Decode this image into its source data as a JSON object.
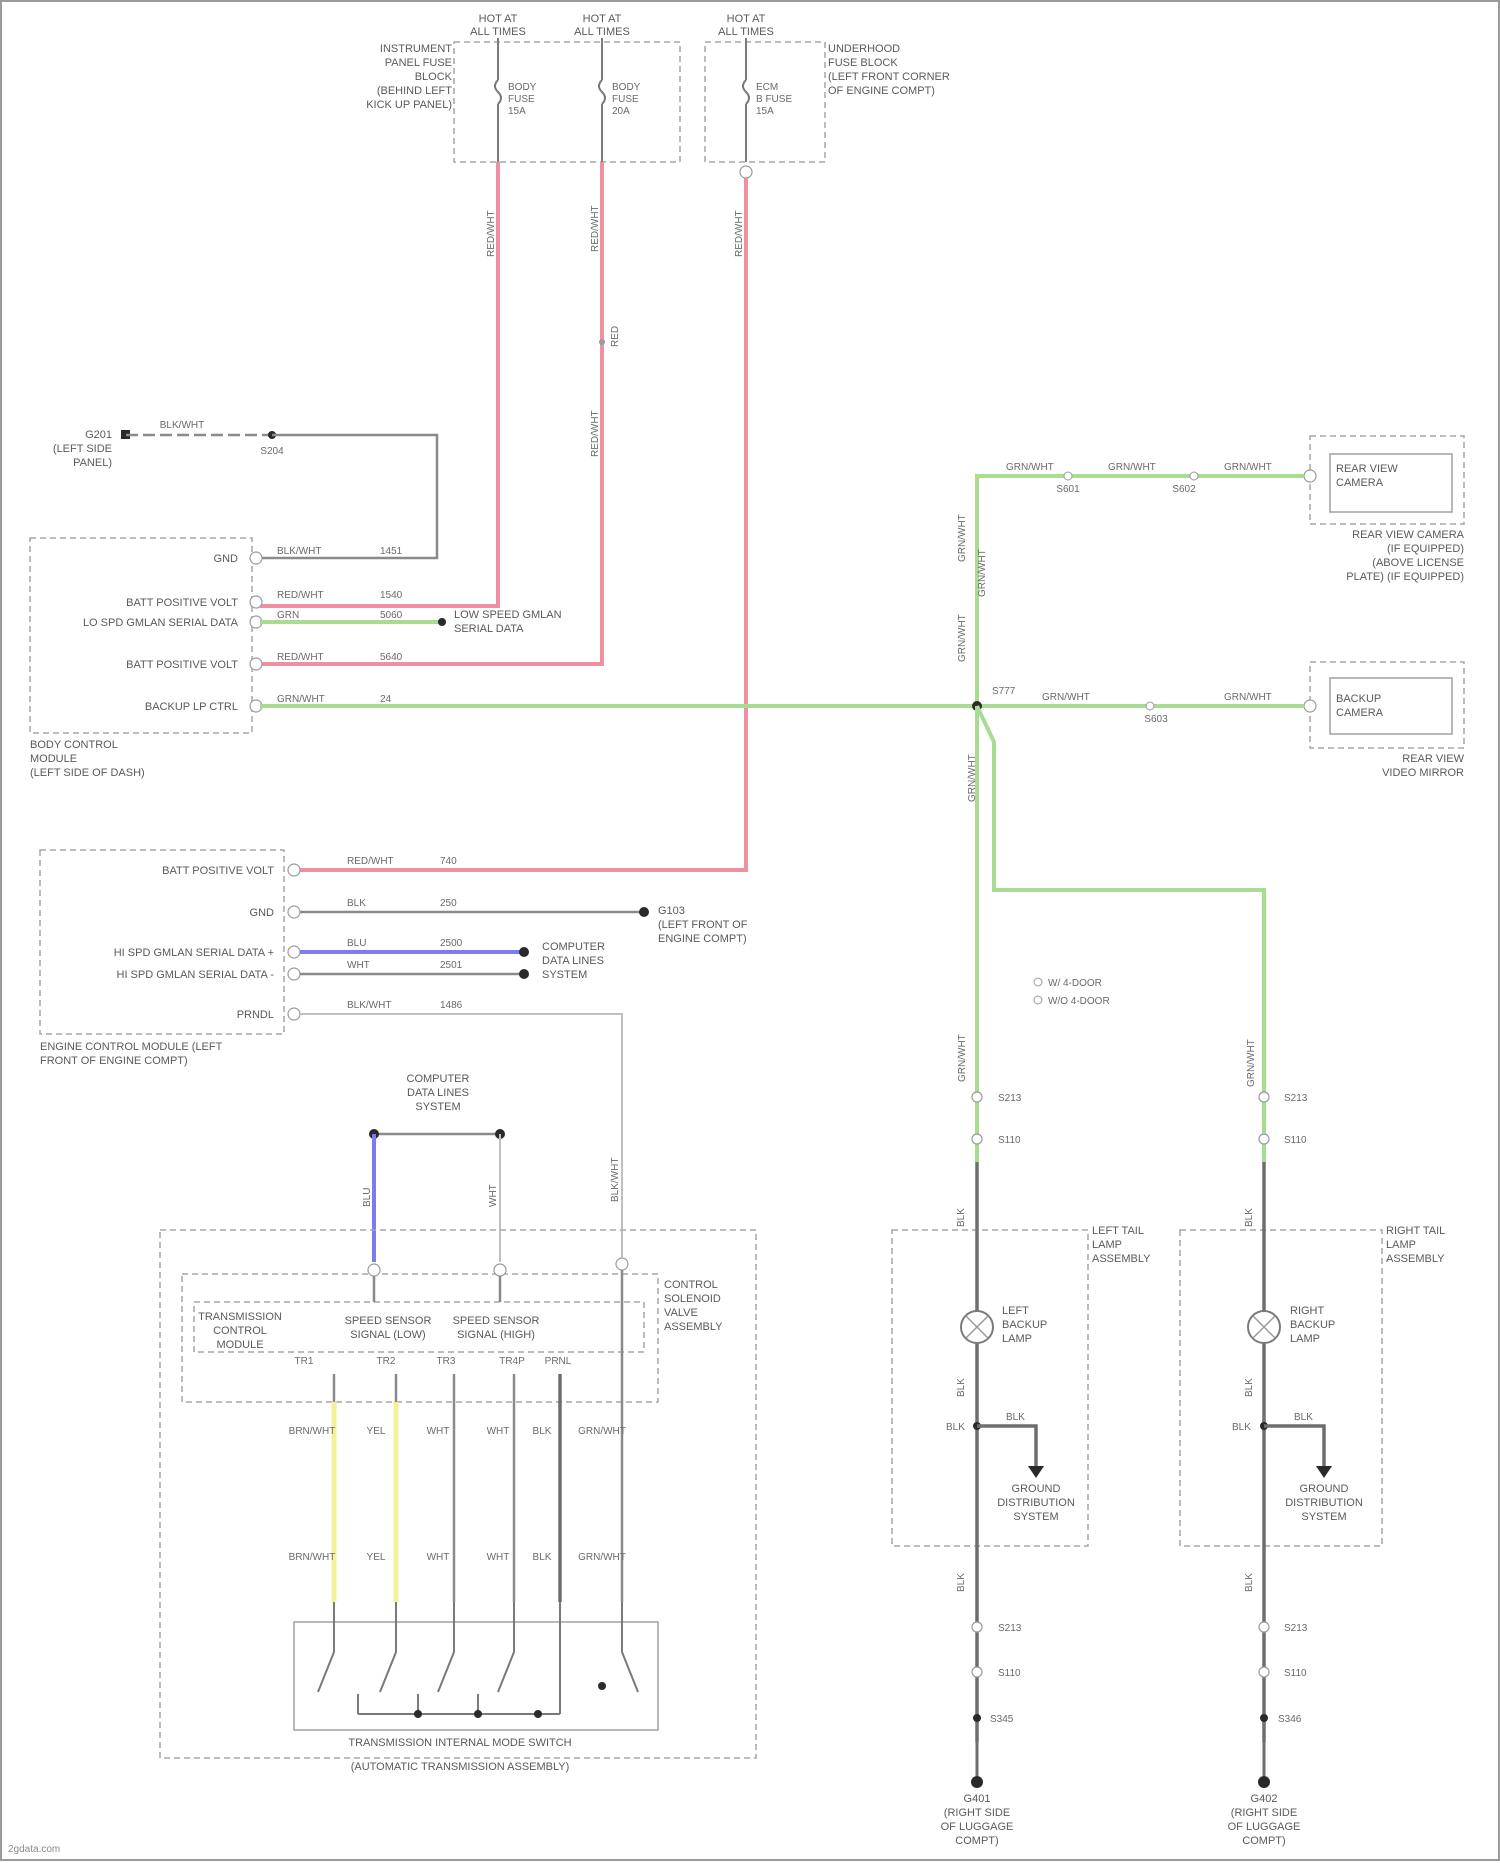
{
  "footer_text": "2gdata.com",
  "components": {
    "fuse_block_left": [
      "INSTRUMENT",
      "PANEL FUSE",
      "BLOCK",
      "(BEHIND LEFT",
      "KICK UP PANEL)"
    ],
    "fuse_block_right": [
      "UNDERHOOD",
      "FUSE BLOCK",
      "(LEFT FRONT CORNER",
      "OF ENGINE COMPT)"
    ],
    "fuse_hot_1": [
      "HOT AT",
      "ALL TIMES"
    ],
    "fuse_hot_2": [
      "HOT AT",
      "ALL TIMES"
    ],
    "fuse_hot_3": [
      "HOT AT",
      "ALL TIMES"
    ],
    "fuse_1": [
      "BODY",
      "FUSE",
      "15A"
    ],
    "fuse_2": [
      "BODY",
      "FUSE",
      "20A"
    ],
    "fuse_3": [
      "ECM",
      "B FUSE",
      "15A"
    ],
    "ground_left": [
      "G201",
      "(LEFT SIDE",
      "PANEL)"
    ],
    "splice_top": "S204",
    "bcm": [
      "BODY CONTROL",
      "MODULE",
      "(LEFT SIDE OF DASH)"
    ],
    "bcm_pins": [
      "GND",
      "BATT POSITIVE VOLT",
      "LO SPD GMLAN SERIAL DATA",
      "BATT POSITIVE VOLT",
      "BACKUP LP CTRL"
    ],
    "serial_data_note": [
      "LOW SPEED GMLAN",
      "SERIAL DATA"
    ],
    "ecm": [
      "ENGINE CONTROL MODULE (LEFT",
      "FRONT OF ENGINE COMPT)"
    ],
    "ecm_pins": [
      "BATT POSITIVE VOLT",
      "GND",
      "HI SPD GMLAN SERIAL DATA +",
      "HI SPD GMLAN SERIAL DATA -",
      "PRNDL"
    ],
    "ecm_ground": [
      "G103",
      "(LEFT FRONT OF",
      "ENGINE COMPT)"
    ],
    "hs_data_note": [
      "COMPUTER",
      "DATA LINES",
      "SYSTEM"
    ],
    "computer_data": [
      "COMPUTER",
      "DATA LINES",
      "SYSTEM"
    ],
    "tcm": [
      "TRANSMISSION",
      "CONTROL",
      "MODULE"
    ],
    "tcm_label_2": [
      "SPEED SENSOR",
      "SIGNAL (LOW)"
    ],
    "tcm_label_3": [
      "SPEED SENSOR",
      "SIGNAL (HIGH)"
    ],
    "ctrl_valve": [
      "CONTROL",
      "SOLENOID",
      "VALVE",
      "ASSEMBLY"
    ],
    "range_switch": [
      "TRANSMISSION INTERNAL MODE SWITCH",
      "(AUTOMATIC TRANSMISSION ASSEMBLY)"
    ],
    "camera_top": [
      "REAR VIEW",
      "CAMERA"
    ],
    "camera_top_loc": [
      "REAR VIEW CAMERA",
      "(IF EQUIPPED)",
      "(ABOVE LICENSE",
      "PLATE) (IF EQUIPPED)"
    ],
    "camera_mid": [
      "BACKUP",
      "CAMERA"
    ],
    "camera_mid_loc": [
      "REAR VIEW",
      "VIDEO MIRROR"
    ],
    "legend": [
      "W/ 4-DOOR",
      "W/O 4-DOOR"
    ],
    "left_tail": [
      "LEFT TAIL",
      "LAMP",
      "ASSEMBLY"
    ],
    "right_tail": [
      "RIGHT TAIL",
      "LAMP",
      "ASSEMBLY"
    ],
    "left_lamp": [
      "LEFT",
      "BACKUP",
      "LAMP"
    ],
    "right_lamp": [
      "RIGHT",
      "BACKUP",
      "LAMP"
    ],
    "left_ground_dist": [
      "GROUND",
      "DISTRIBUTION",
      "SYSTEM"
    ],
    "right_ground_dist": [
      "GROUND",
      "DISTRIBUTION",
      "SYSTEM"
    ],
    "left_ground": [
      "G401",
      "(RIGHT SIDE",
      "OF LUGGAGE",
      "COMPT)"
    ],
    "right_ground": [
      "G402",
      "(RIGHT SIDE",
      "OF LUGGAGE",
      "COMPT)"
    ],
    "splice_gnd_left": "S345",
    "splice_gnd_right": "S346",
    "splice_mid": "S777",
    "splice_s213": "S213",
    "splice_s110": "S110"
  },
  "wire_labels": {
    "w_fuse1": "RED/WHT",
    "w_fuse2": "RED/WHT",
    "w_fuse3": "RED/WHT",
    "w_mid": "RED",
    "w_mid2": "RED/WHT",
    "w_gnd_top": "BLK/WHT",
    "w_bcm_gnd": "BLK/WHT",
    "w_bcm_gnd_n": "1451",
    "w_bcm_b1": "RED/WHT",
    "w_bcm_b1_n": "1540",
    "w_bcm_d": "GRN",
    "w_bcm_d_n": "5060",
    "w_bcm_b2": "RED/WHT",
    "w_bcm_b2_n": "5640",
    "w_bcm_bk": "GRN/WHT",
    "w_bcm_bk_n": "24",
    "w_ecm_b": "RED/WHT",
    "w_ecm_b_n": "740",
    "w_ecm_g": "BLK",
    "w_ecm_g_n": "250",
    "w_ecm_hp": "BLU",
    "w_ecm_hp_n": "2500",
    "w_ecm_hm": "WHT",
    "w_ecm_hm_n": "2501",
    "w_ecm_p": "BLK/WHT",
    "w_ecm_p_n": "1486",
    "w_cam1": "GRN/WHT",
    "w_cam1_s": "S601",
    "w_cam1_b": "GRN/WHT",
    "w_cam1_s2": "S602",
    "w_cam1_c": "GRN/WHT",
    "w_cam2": "GRN/WHT",
    "w_cam2_s": "S603",
    "w_cam2_c": "GRN/WHT",
    "w_v1": "GRN/WHT",
    "w_v2": "GRN/WHT",
    "w_v3": "GRN/WHT",
    "w_vl": "GRN/WHT",
    "w_vr": "GRN/WHT",
    "w_tl1": "BLK",
    "w_tl2": "BLK",
    "w_tl3": "BLK",
    "w_tr1": "BLK",
    "w_tr2": "BLK",
    "w_tr3": "BLK",
    "w_lg1": "BLK",
    "w_rg1": "BLK",
    "w_prn": "BLK/WHT",
    "w_cd1": "BLU",
    "w_cd2": "WHT",
    "sw_cols": [
      "BRN/WHT",
      "YEL",
      "WHT",
      "WHT",
      "BLK",
      "GRN/WHT"
    ],
    "sw_cols_low": [
      "BRN/WHT",
      "YEL",
      "WHT",
      "WHT",
      "BLK",
      "GRN/WHT"
    ],
    "tcm_pins": [
      "TR1",
      "TR2",
      "TR3",
      "TR4P",
      "PRNL"
    ]
  }
}
